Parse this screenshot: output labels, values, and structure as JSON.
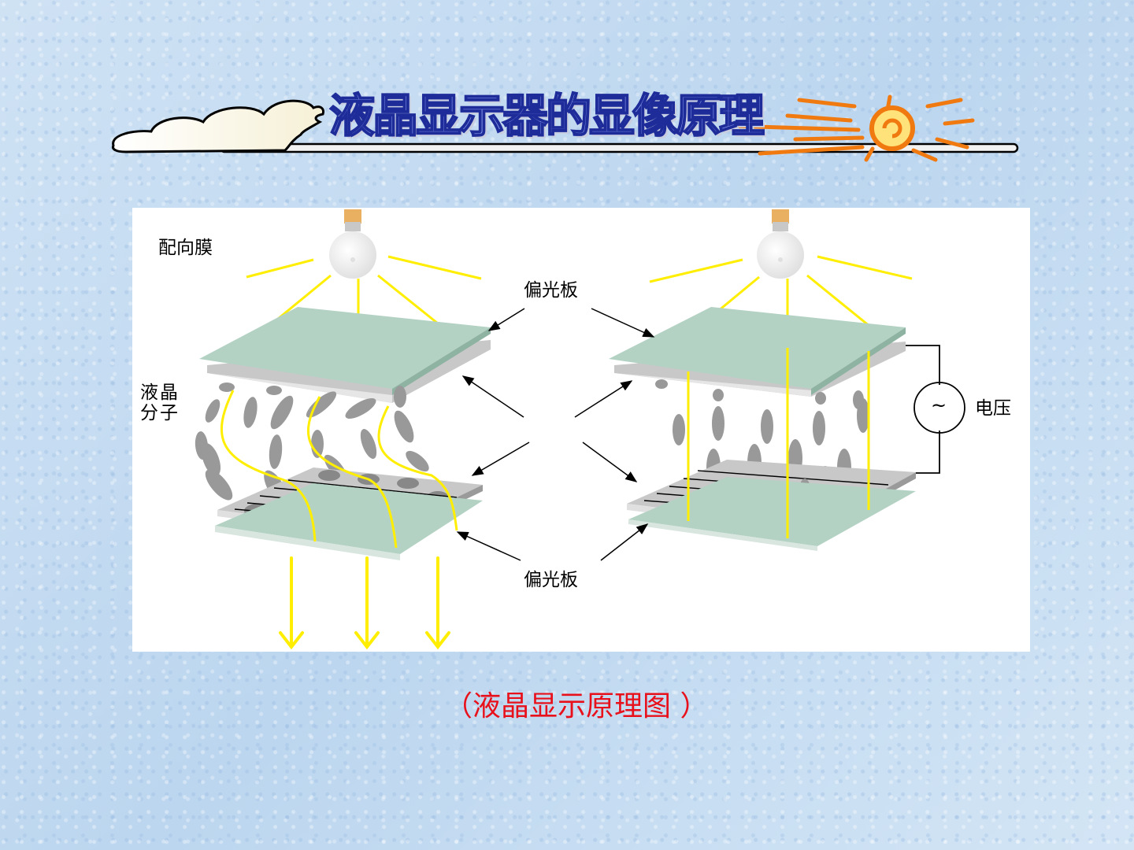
{
  "slide": {
    "title": "液晶显示器的显像原理",
    "caption": "（液晶显示原理图 ）"
  },
  "diagram": {
    "labels": {
      "alignment_film": "配向膜",
      "polarizer_top": "偏光板",
      "polarizer_bottom": "偏光板",
      "liquid_crystal_line1": "液晶",
      "liquid_crystal_line2": "分子",
      "voltage": "电压"
    },
    "ac_source_symbol": "~"
  },
  "colors": {
    "title_fill": "#8fa2f2",
    "title_stroke": "#1e2c9a",
    "caption": "#e8101a",
    "light_rays": "#ffee00",
    "polarizer": "#b3d2c4",
    "glass": "#c8c8c8",
    "molecule": "#999999"
  },
  "icons": [
    "cloud-icon",
    "sun-icon",
    "light-bulb-icon",
    "ac-source-icon",
    "arrow-icon"
  ]
}
